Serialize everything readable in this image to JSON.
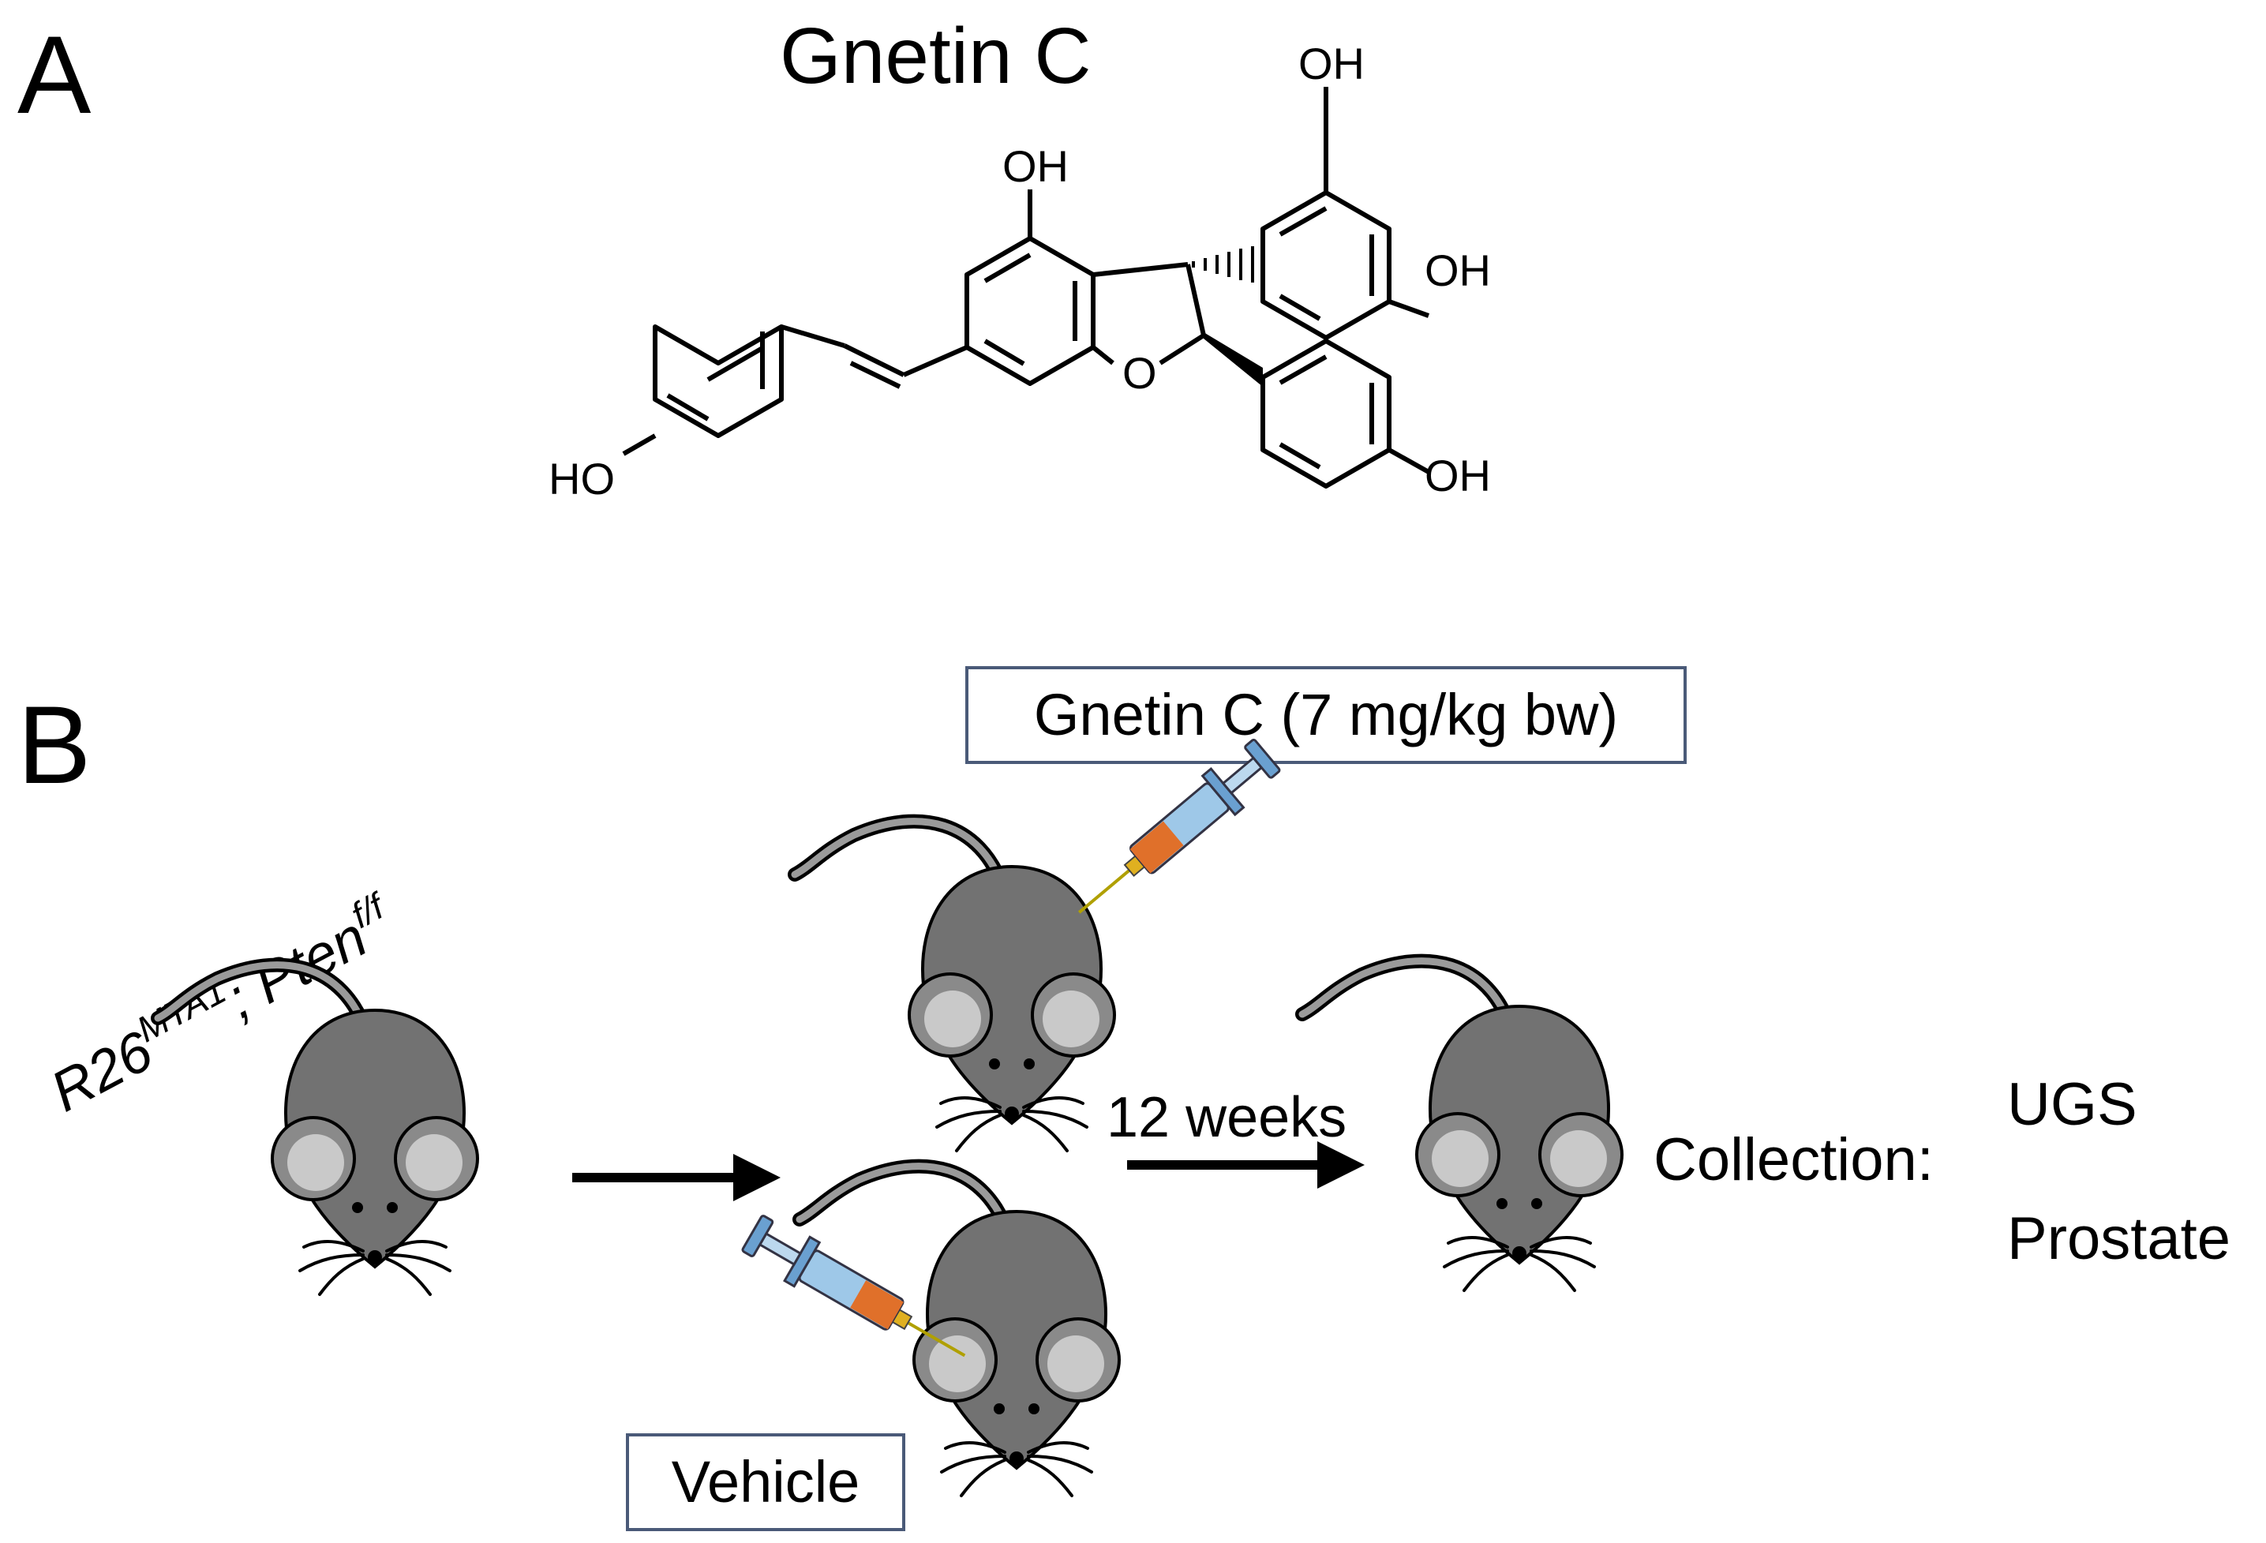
{
  "panel_a": {
    "label": "A",
    "title": "Gnetin C",
    "atoms": {
      "oh_top_right": "OH",
      "oh_middle": "OH",
      "oh_right_upper": "OH",
      "ho_left": "HO",
      "o_ring": "O",
      "oh_right_lower": "OH"
    }
  },
  "panel_b": {
    "label": "B",
    "genotype": {
      "base1": "R26",
      "sup1": "MTA1",
      "sep": "; ",
      "base2": "Pten",
      "sup2": "f/f"
    },
    "treatment_box": "Gnetin C (7 mg/kg bw)",
    "vehicle_box": "Vehicle",
    "duration": "12 weeks",
    "collection": "Collection:",
    "tissues": [
      "UGS",
      "Prostate"
    ],
    "colors": {
      "mouse_body": "#727272",
      "mouse_outline": "#000000",
      "ear_light": "#c9c9c9",
      "syringe_liquid": "#e0702a",
      "syringe_barrel": "#9ec8e8",
      "box_border": "#4a5a78"
    }
  }
}
